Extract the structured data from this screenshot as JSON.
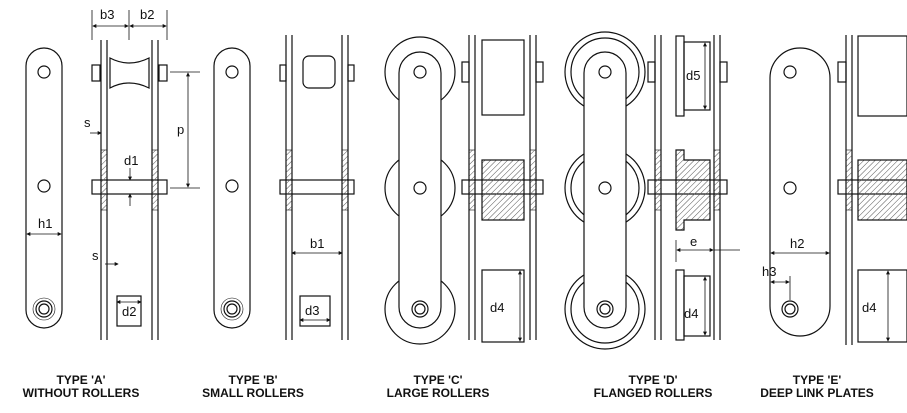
{
  "dimension_labels": {
    "b3": "b3",
    "b2": "b2",
    "p": "p",
    "s_top": "s",
    "d1": "d1",
    "h1": "h1",
    "s_bottom": "s",
    "d2": "d2",
    "b1": "b1",
    "d3": "d3",
    "d4_c": "d4",
    "d5": "d5",
    "e": "e",
    "d4_d": "d4",
    "h2": "h2",
    "h3": "h3",
    "d4_e": "d4"
  },
  "types": [
    {
      "title": "TYPE 'A'",
      "subtitle": "WITHOUT ROLLERS"
    },
    {
      "title": "TYPE 'B'",
      "subtitle": "SMALL ROLLERS"
    },
    {
      "title": "TYPE 'C'",
      "subtitle": "LARGE ROLLERS"
    },
    {
      "title": "TYPE 'D'",
      "subtitle": "FLANGED ROLLERS"
    },
    {
      "title": "TYPE 'E'",
      "subtitle": "DEEP LINK PLATES"
    }
  ]
}
